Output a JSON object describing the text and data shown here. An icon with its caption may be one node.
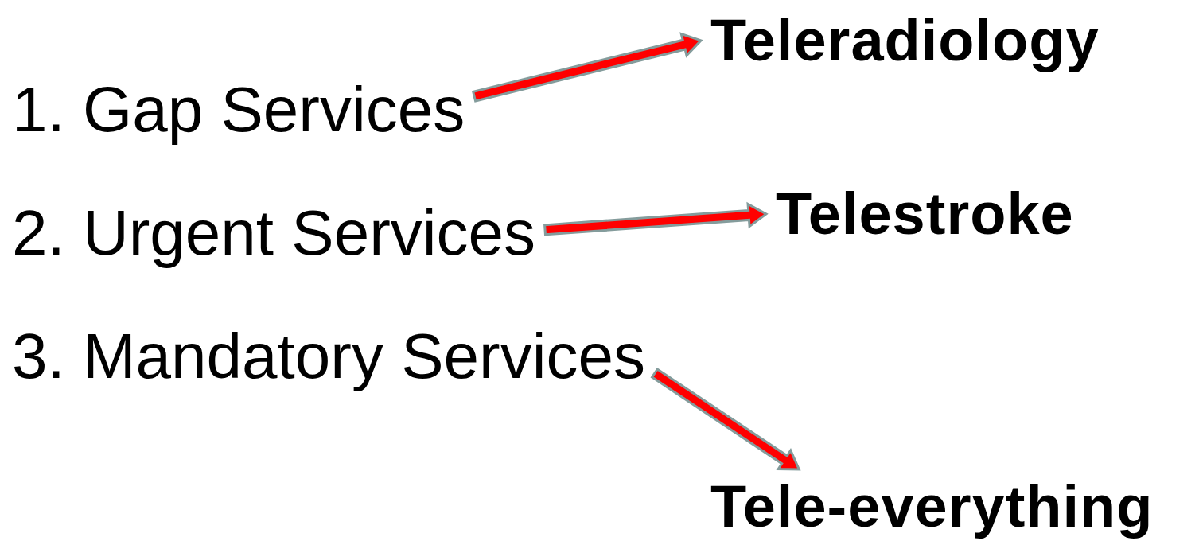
{
  "diagram": {
    "nodes": [
      {
        "text": [
          "1. Gap Services"
        ]
      },
      {
        "text": [
          "2. Urgent Services"
        ]
      },
      {
        "text": [
          "3. Mandatory Services"
        ]
      },
      {
        "text": [
          "Teleradiology"
        ]
      },
      {
        "text": [
          "Telestroke"
        ]
      },
      {
        "text": [
          "Tele-everything"
        ]
      }
    ],
    "edges": [
      {
        "from": 0,
        "to": 3,
        "arrow": "to",
        "style": "thick",
        "color": "#ff0000"
      },
      {
        "from": 1,
        "to": 4,
        "arrow": "to",
        "style": "thick",
        "color": "#ff0000"
      },
      {
        "from": 2,
        "to": 5,
        "arrow": "to",
        "style": "thick",
        "color": "#ff0000"
      }
    ]
  }
}
